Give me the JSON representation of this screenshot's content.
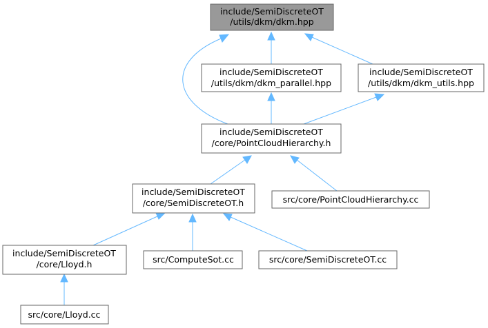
{
  "nodes": {
    "dkm": {
      "lines": [
        "include/SemiDiscreteOT",
        "/utils/dkm/dkm.hpp"
      ],
      "highlighted": true
    },
    "dkm_parallel": {
      "lines": [
        "include/SemiDiscreteOT",
        "/utils/dkm/dkm_parallel.hpp"
      ]
    },
    "dkm_utils": {
      "lines": [
        "include/SemiDiscreteOT",
        "/utils/dkm/dkm_utils.hpp"
      ]
    },
    "pch_h": {
      "lines": [
        "include/SemiDiscreteOT",
        "/core/PointCloudHierarchy.h"
      ]
    },
    "sdot_h": {
      "lines": [
        "include/SemiDiscreteOT",
        "/core/SemiDiscreteOT.h"
      ]
    },
    "pch_cc": {
      "lines": [
        "src/core/PointCloudHierarchy.cc"
      ]
    },
    "lloyd_h": {
      "lines": [
        "include/SemiDiscreteOT",
        "/core/Lloyd.h"
      ]
    },
    "computesot_cc": {
      "lines": [
        "src/ComputeSot.cc"
      ]
    },
    "sdot_cc": {
      "lines": [
        "src/core/SemiDiscreteOT.cc"
      ]
    },
    "lloyd_cc": {
      "lines": [
        "src/core/Lloyd.cc"
      ]
    }
  },
  "edges": [
    {
      "from": "dkm_parallel",
      "to": "dkm"
    },
    {
      "from": "dkm_utils",
      "to": "dkm"
    },
    {
      "from": "pch_h",
      "to": "dkm"
    },
    {
      "from": "pch_h",
      "to": "dkm_parallel"
    },
    {
      "from": "pch_h",
      "to": "dkm_utils"
    },
    {
      "from": "sdot_h",
      "to": "pch_h"
    },
    {
      "from": "pch_cc",
      "to": "pch_h"
    },
    {
      "from": "lloyd_h",
      "to": "sdot_h"
    },
    {
      "from": "computesot_cc",
      "to": "sdot_h"
    },
    {
      "from": "sdot_cc",
      "to": "sdot_h"
    },
    {
      "from": "lloyd_cc",
      "to": "lloyd_h"
    }
  ],
  "colors": {
    "edge": "#63b8ff",
    "node_border": "#666666",
    "highlight_fill": "#999999"
  }
}
